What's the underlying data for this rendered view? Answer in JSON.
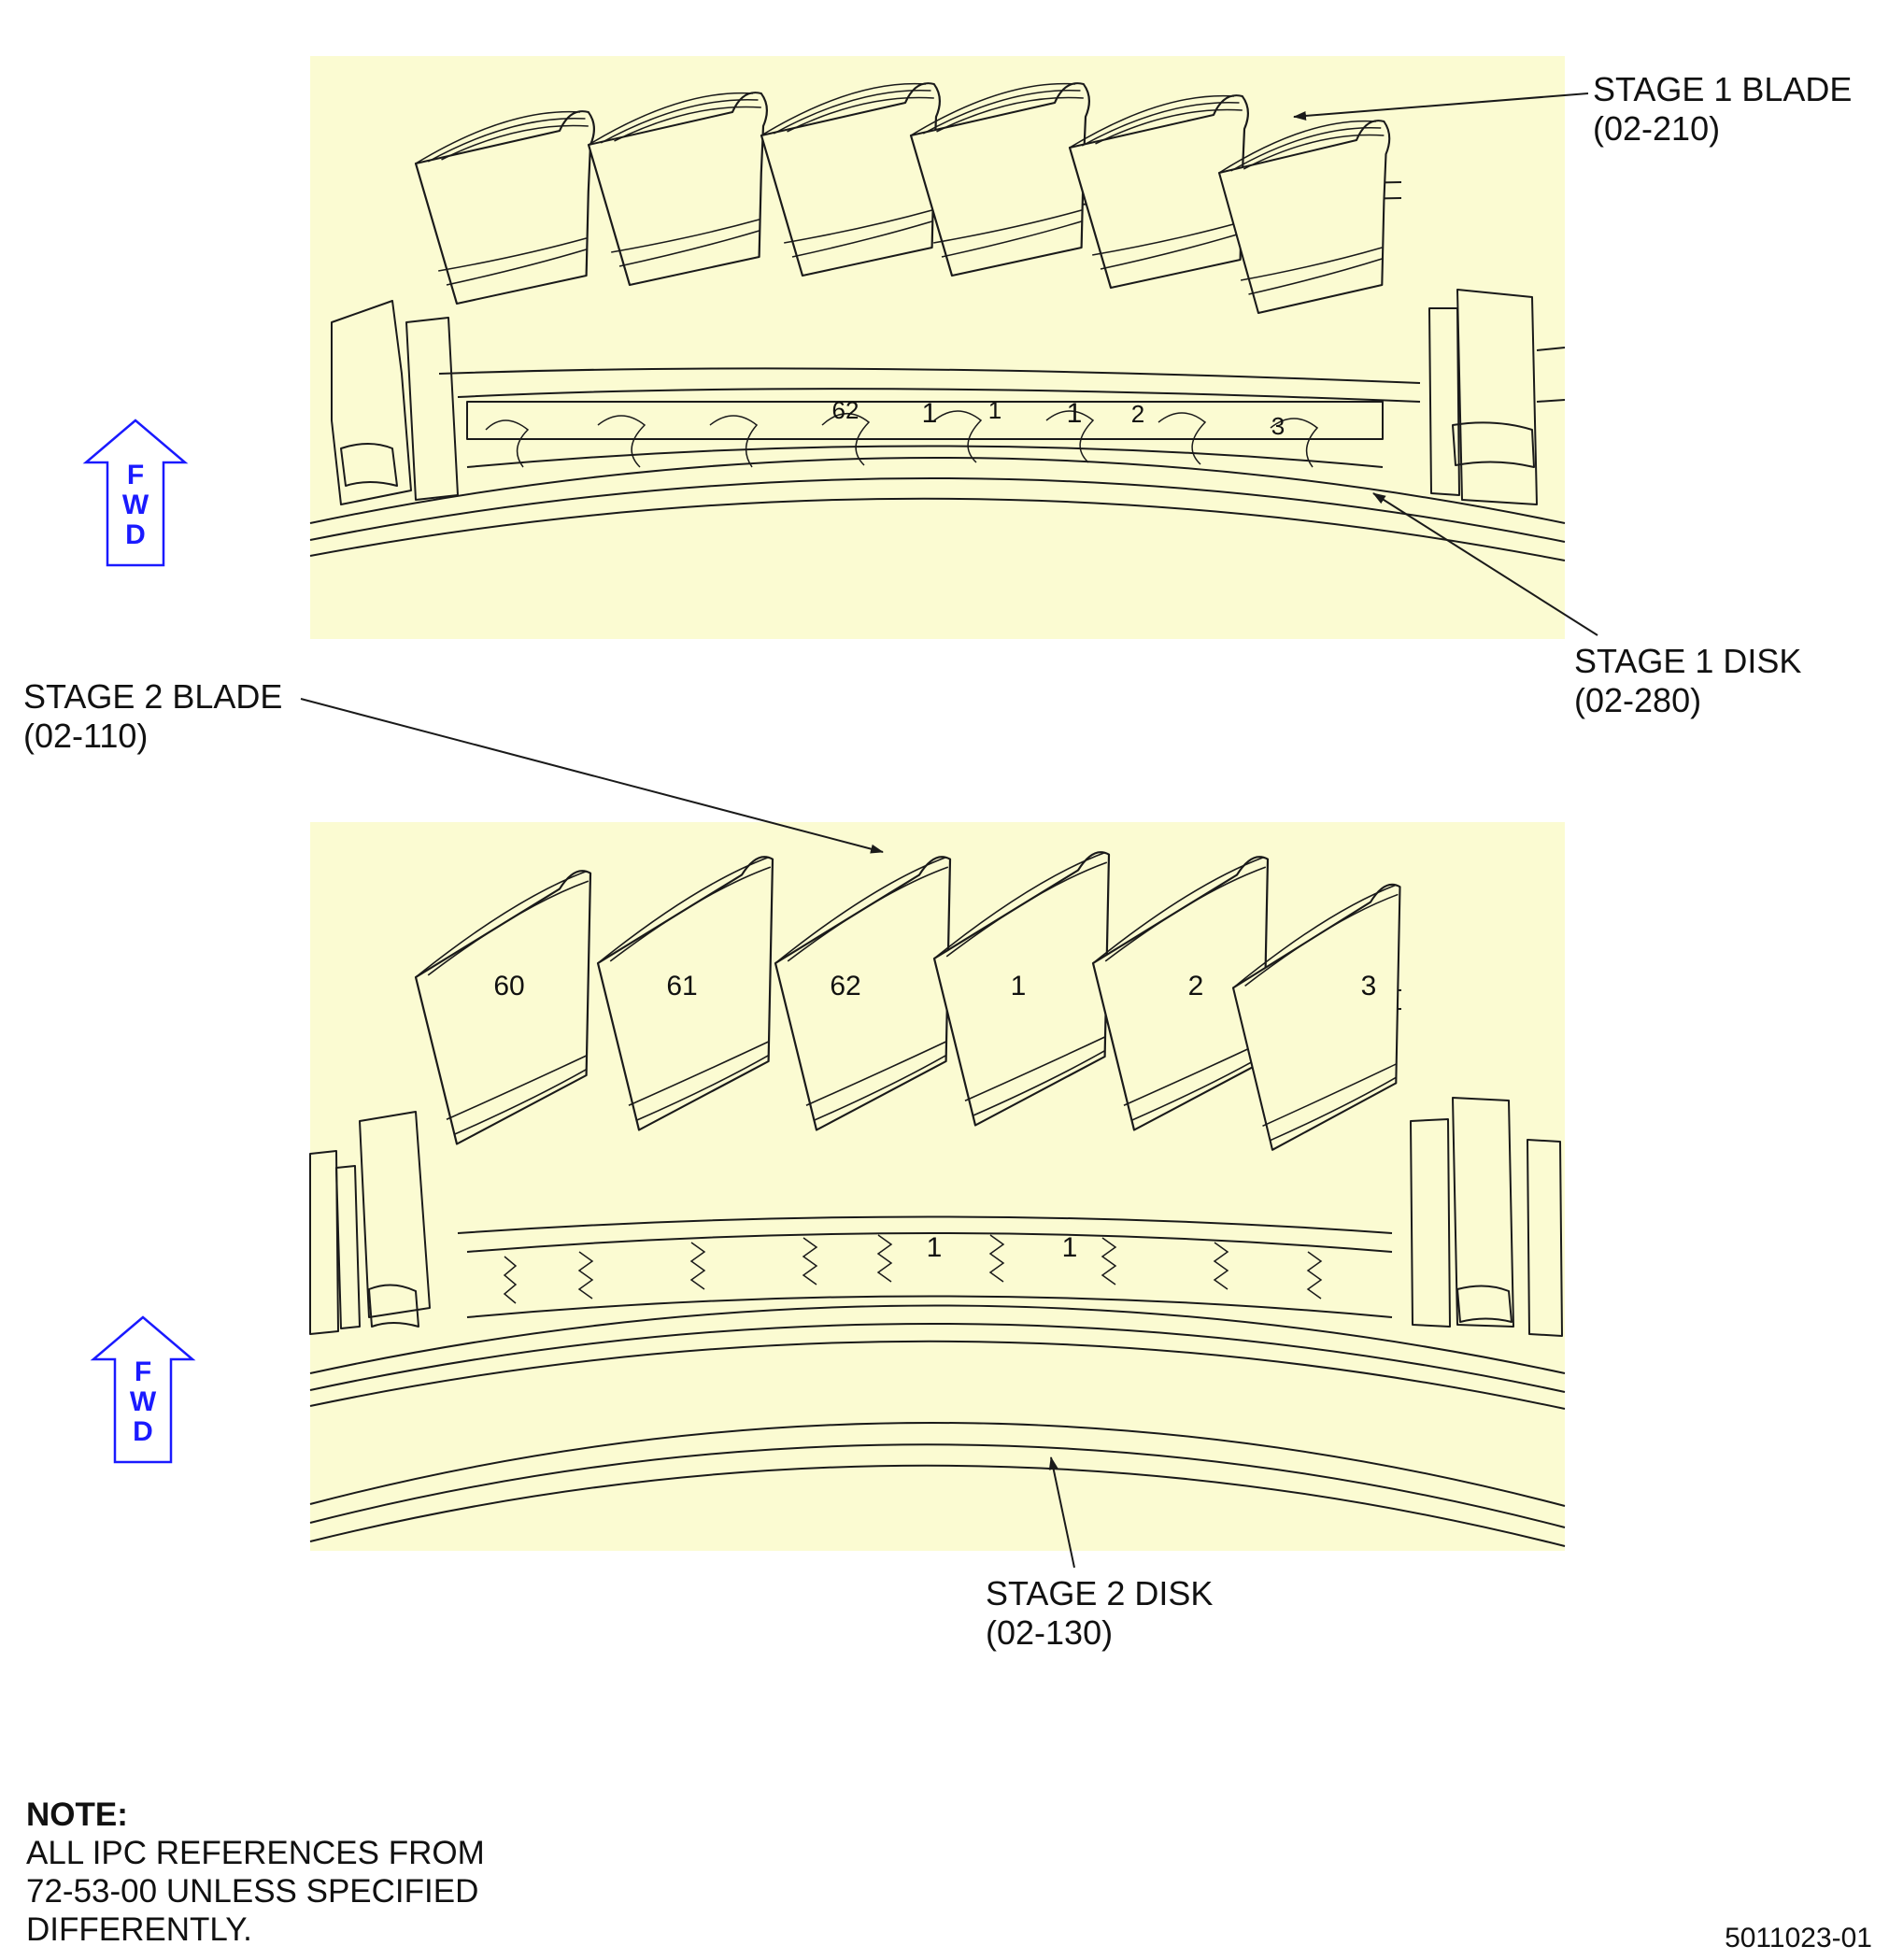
{
  "callouts": {
    "stage1_blade": {
      "name": "STAGE 1 BLADE",
      "ref": "(02-210)"
    },
    "stage1_disk": {
      "name": "STAGE 1 DISK",
      "ref": "(02-280)"
    },
    "stage2_blade": {
      "name": "STAGE 2 BLADE",
      "ref": "(02-110)"
    },
    "stage2_disk": {
      "name": "STAGE 2 DISK",
      "ref": "(02-130)"
    }
  },
  "fwd_label": [
    "F",
    "W",
    "D"
  ],
  "stage1_numbers": [
    "62",
    "1",
    "1",
    "1",
    "2",
    "3"
  ],
  "stage2_blade_numbers": [
    "60",
    "61",
    "62",
    "1",
    "2",
    "3"
  ],
  "stage2_disk_numbers": [
    "1",
    "1"
  ],
  "note": {
    "title": "NOTE:",
    "lines": [
      "ALL IPC REFERENCES FROM",
      "72-53-00 UNLESS SPECIFIED",
      "DIFFERENTLY."
    ]
  },
  "figure_id": "5011023-01",
  "colors": {
    "panel": "#fbfbd2",
    "fwd_arrow": "#1a1aff",
    "line": "#1a1a1a"
  }
}
